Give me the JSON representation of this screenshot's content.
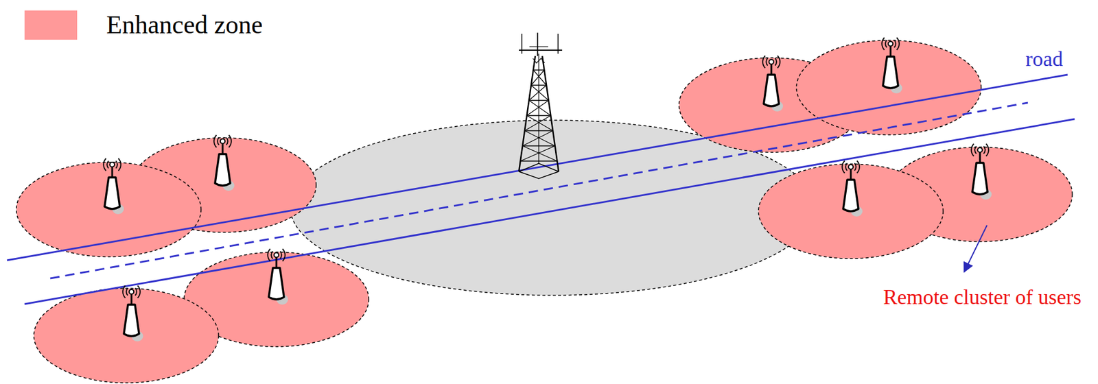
{
  "diagram": {
    "labels": [
      "road",
      "Remote cluster of users"
    ],
    "legend": [
      {
        "text": "Enhanced zone",
        "color": "#ff9999"
      }
    ]
  }
}
